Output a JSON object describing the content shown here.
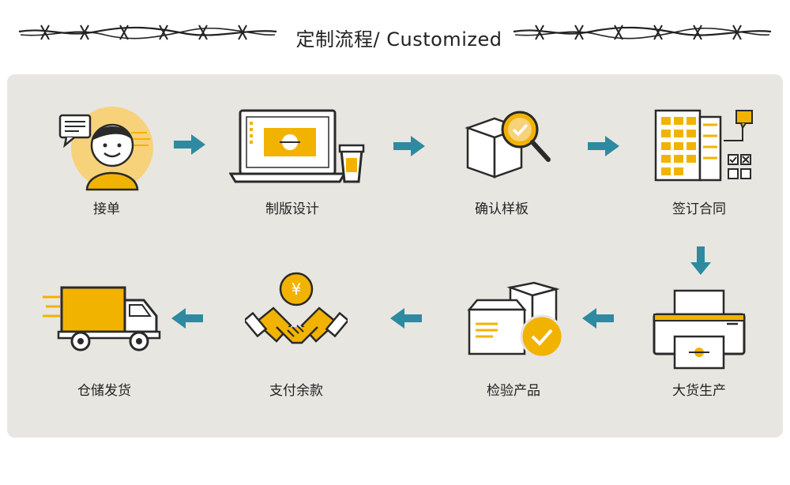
{
  "header": {
    "title": "定制流程/ Customized"
  },
  "colors": {
    "accent_yellow": "#f2b300",
    "arrow_teal": "#2e8aa0",
    "panel_bg": "#e8e6e1",
    "line_dark": "#2a2a2a"
  },
  "steps": [
    {
      "label": "接单",
      "icon": "customer-service-icon"
    },
    {
      "label": "制版设计",
      "icon": "laptop-design-icon"
    },
    {
      "label": "确认样板",
      "icon": "sample-inspect-icon"
    },
    {
      "label": "签订合同",
      "icon": "contract-icon"
    },
    {
      "label": "大货生产",
      "icon": "printer-production-icon"
    },
    {
      "label": "检验产品",
      "icon": "product-check-icon"
    },
    {
      "label": "支付余款",
      "icon": "payment-handshake-icon"
    },
    {
      "label": "仓储发货",
      "icon": "delivery-truck-icon"
    }
  ]
}
